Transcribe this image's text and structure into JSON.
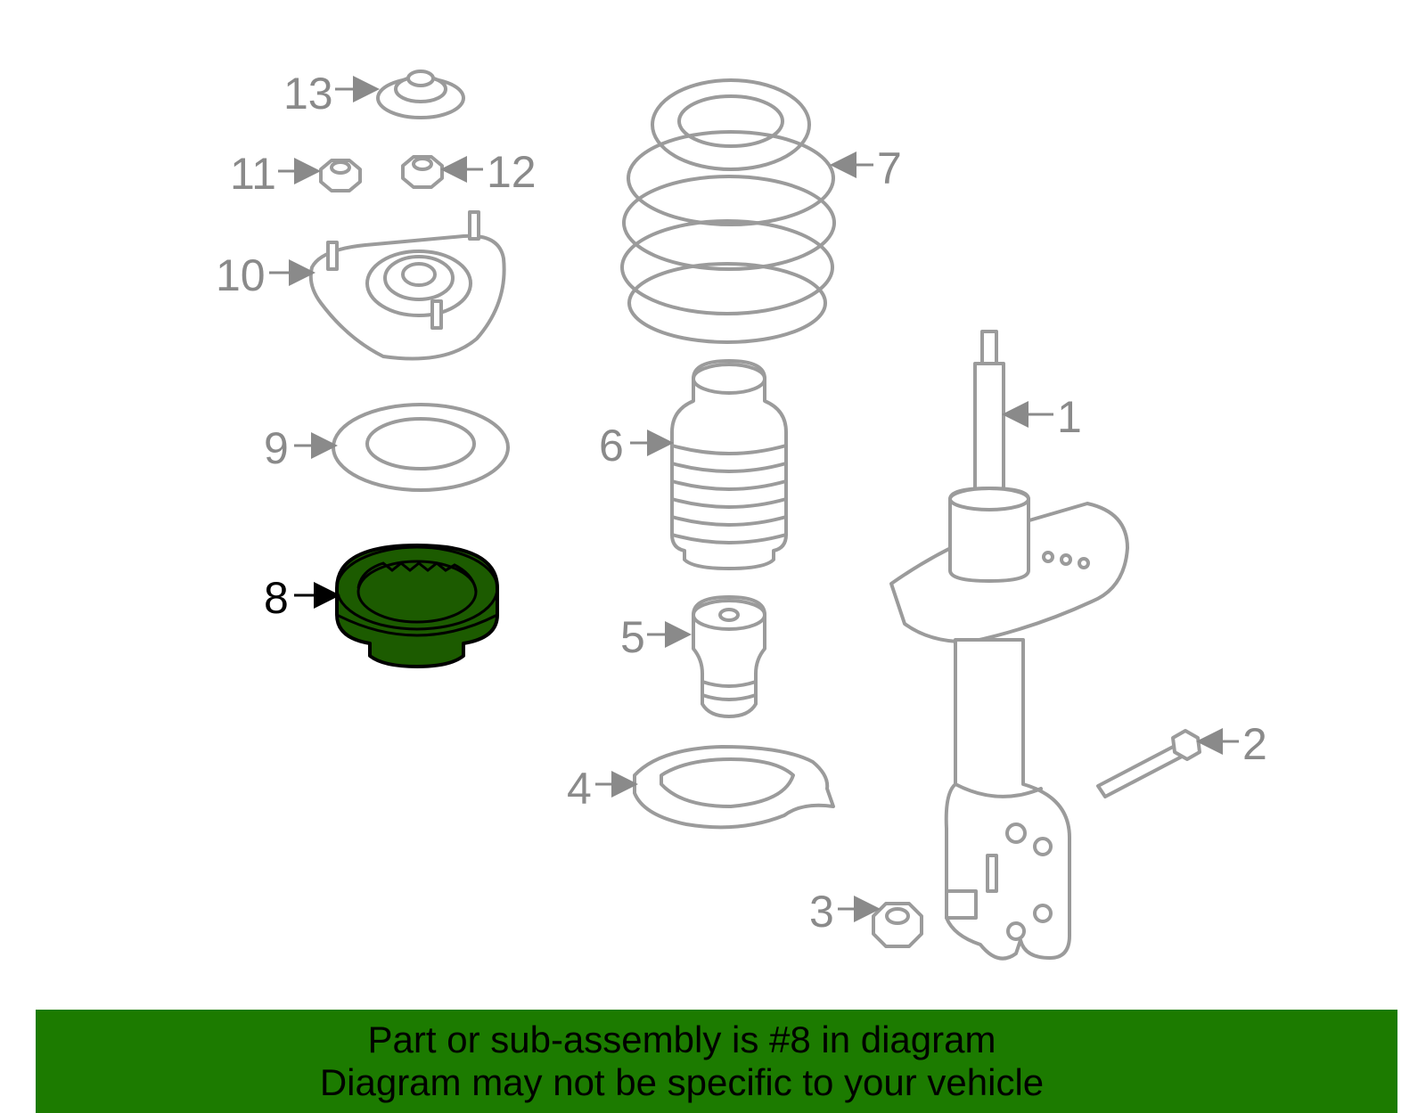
{
  "callouts": [
    {
      "id": "1",
      "text": "1"
    },
    {
      "id": "2",
      "text": "2"
    },
    {
      "id": "3",
      "text": "3"
    },
    {
      "id": "4",
      "text": "4"
    },
    {
      "id": "5",
      "text": "5"
    },
    {
      "id": "6",
      "text": "6"
    },
    {
      "id": "7",
      "text": "7"
    },
    {
      "id": "8",
      "text": "8"
    },
    {
      "id": "9",
      "text": "9"
    },
    {
      "id": "10",
      "text": "10"
    },
    {
      "id": "11",
      "text": "11"
    },
    {
      "id": "12",
      "text": "12"
    },
    {
      "id": "13",
      "text": "13"
    }
  ],
  "highlighted_part": "8",
  "colors": {
    "highlight_fill": "#1c5b00",
    "banner": "#1c7b00",
    "part_outline": "#9b9b9b"
  },
  "banner": {
    "line1": "Part or sub-assembly is #8 in diagram",
    "line2": "Diagram may not be specific to your vehicle"
  }
}
